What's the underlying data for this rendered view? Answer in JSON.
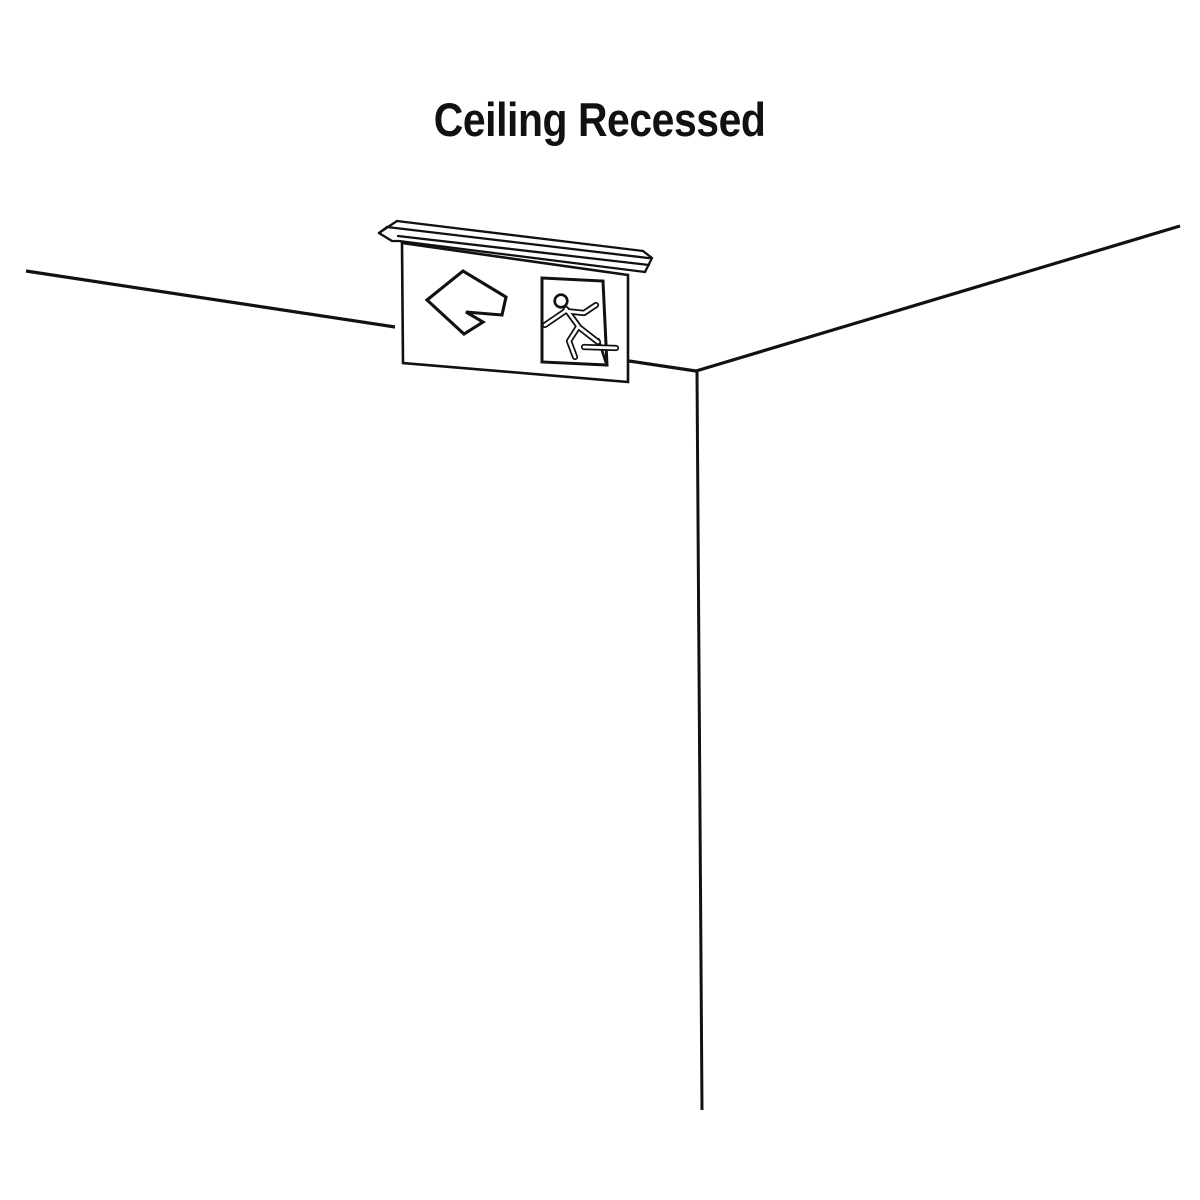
{
  "title": {
    "text": "Ceiling Recessed"
  },
  "colors": {
    "background": "#ffffff",
    "line": "#111111"
  },
  "illustration": {
    "name": "ceiling-recessed-exit-sign",
    "description": "Black-and-white perspective line drawing of an emergency exit sign recessed into a ceiling, shown at the corner of a room where two ceiling edges meet a vertical wall corner line",
    "mount_type": "ceiling recessed",
    "sign_symbols": [
      "left-arrow-icon",
      "running-man-doorway-icon"
    ]
  }
}
